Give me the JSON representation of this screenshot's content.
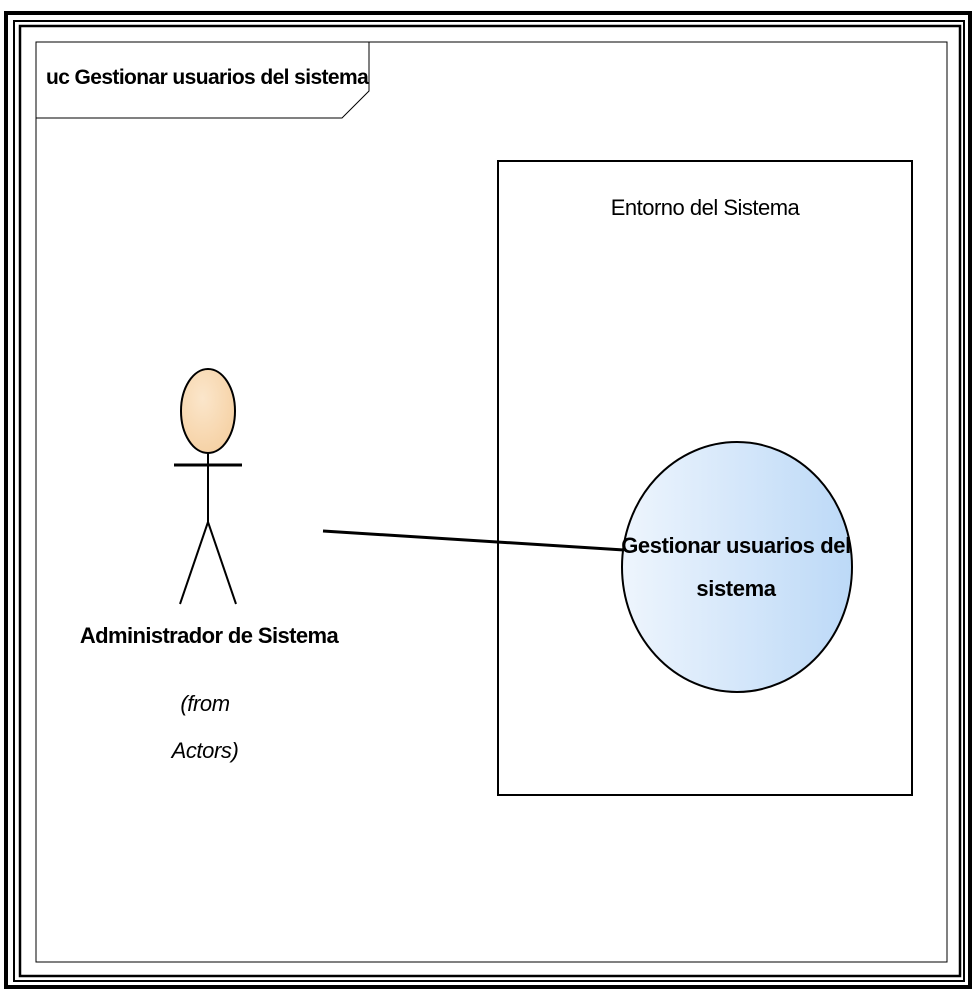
{
  "diagram": {
    "title": "uc Gestionar usuarios del sistema",
    "boundary": {
      "label": "Entorno del Sistema"
    },
    "actor": {
      "name": "Administrador de Sistema",
      "from_line1": "(from",
      "from_line2": "Actors)",
      "head_color": "#F5CFA0"
    },
    "use_case": {
      "line1": "Gestionar usuarios del",
      "line2": "sistema",
      "fill_start": "#EEF5FD",
      "fill_end": "#BCD9F7"
    },
    "association": {
      "from": "actor",
      "to": "use_case"
    }
  }
}
